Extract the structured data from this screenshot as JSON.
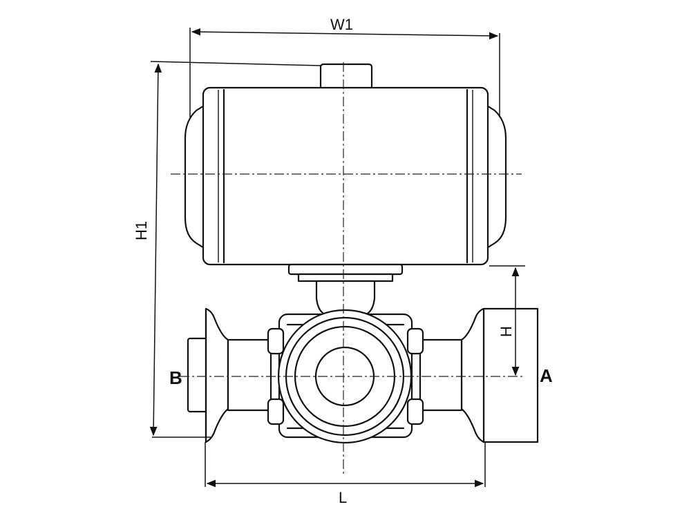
{
  "labels": {
    "w1": "W1",
    "h1": "H1",
    "h": "H",
    "l": "L",
    "a": "A",
    "b": "B"
  },
  "colors": {
    "line": "#111111",
    "background": "#ffffff"
  }
}
